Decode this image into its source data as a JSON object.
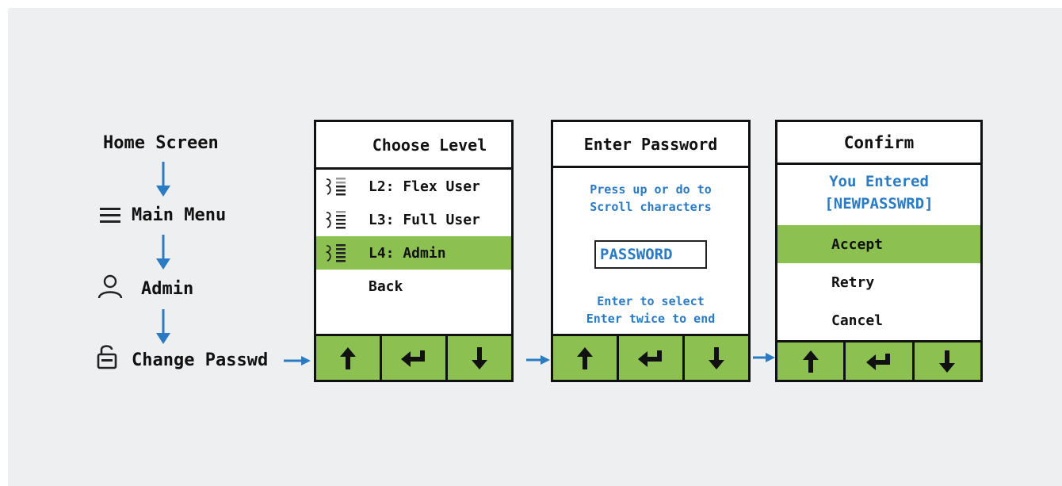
{
  "flow": {
    "steps": [
      "Home Screen",
      "Main Menu",
      "Admin",
      "Change Passwd"
    ],
    "icons": [
      "hamburger-menu-icon",
      "user-icon",
      "lock-icon"
    ]
  },
  "screens": {
    "choose_level": {
      "title": "Choose Level",
      "items": [
        {
          "label": "L2: Flex User",
          "icon": "level-icon",
          "selected": false
        },
        {
          "label": "L3: Full User",
          "icon": "level-icon",
          "selected": false
        },
        {
          "label": "L4: Admin",
          "icon": "level-icon",
          "selected": true
        },
        {
          "label": "Back",
          "icon": "",
          "selected": false
        }
      ]
    },
    "enter_password": {
      "title": "Enter Password",
      "instruction_line1": "Press up or do to",
      "instruction_line2": "Scroll characters",
      "password_value": "PASSWORD",
      "footer_line1": "Enter to select",
      "footer_line2": "Enter twice to end"
    },
    "confirm": {
      "title": "Confirm",
      "entered_line1": "You Entered",
      "entered_line2": "[NEWPASSWRD]",
      "options": [
        {
          "label": "Accept",
          "selected": true
        },
        {
          "label": "Retry",
          "selected": false
        },
        {
          "label": "Cancel",
          "selected": false
        }
      ]
    }
  },
  "keypad_keys": [
    "up-arrow-icon",
    "enter-icon",
    "down-arrow-icon"
  ],
  "colors": {
    "background": "#eeeff0",
    "highlight_green": "#8cc152",
    "accent_blue": "#2b7bc4",
    "text": "#111111"
  }
}
